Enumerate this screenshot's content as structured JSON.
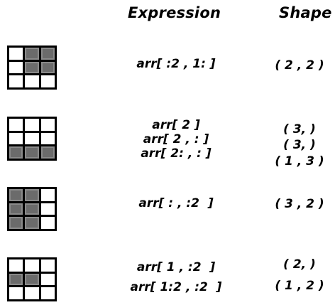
{
  "headers": {
    "expression": "Expression",
    "shape": "Shape"
  },
  "rows": [
    {
      "grid": [
        [
          0,
          1,
          1
        ],
        [
          0,
          1,
          1
        ],
        [
          0,
          0,
          0
        ]
      ],
      "expressions": [
        "arr[ :2 , 1: ]"
      ],
      "shapes": [
        "( 2 , 2 )"
      ]
    },
    {
      "grid": [
        [
          0,
          0,
          0
        ],
        [
          0,
          0,
          0
        ],
        [
          1,
          1,
          1
        ]
      ],
      "expressions": [
        "arr[ 2 ]",
        "arr[ 2 , : ]",
        "arr[ 2: , : ]"
      ],
      "shapes": [
        "( 3, )",
        "( 3, )",
        "( 1 , 3 )"
      ]
    },
    {
      "grid": [
        [
          1,
          1,
          0
        ],
        [
          1,
          1,
          0
        ],
        [
          1,
          1,
          0
        ]
      ],
      "expressions": [
        "arr[ : , :2  ]"
      ],
      "shapes": [
        "( 3 , 2 )"
      ]
    },
    {
      "grid": [
        [
          0,
          0,
          0
        ],
        [
          1,
          1,
          0
        ],
        [
          0,
          0,
          0
        ]
      ],
      "expressions": [
        "arr[ 1 , :2  ]",
        "arr[ 1:2 , :2  ]"
      ],
      "shapes": [
        "( 2, )",
        "( 1 , 2 )"
      ]
    }
  ],
  "colors": {
    "selected_cell": "#6b6b6b",
    "empty_cell": "#ffffff",
    "grid_border": "#000000"
  }
}
